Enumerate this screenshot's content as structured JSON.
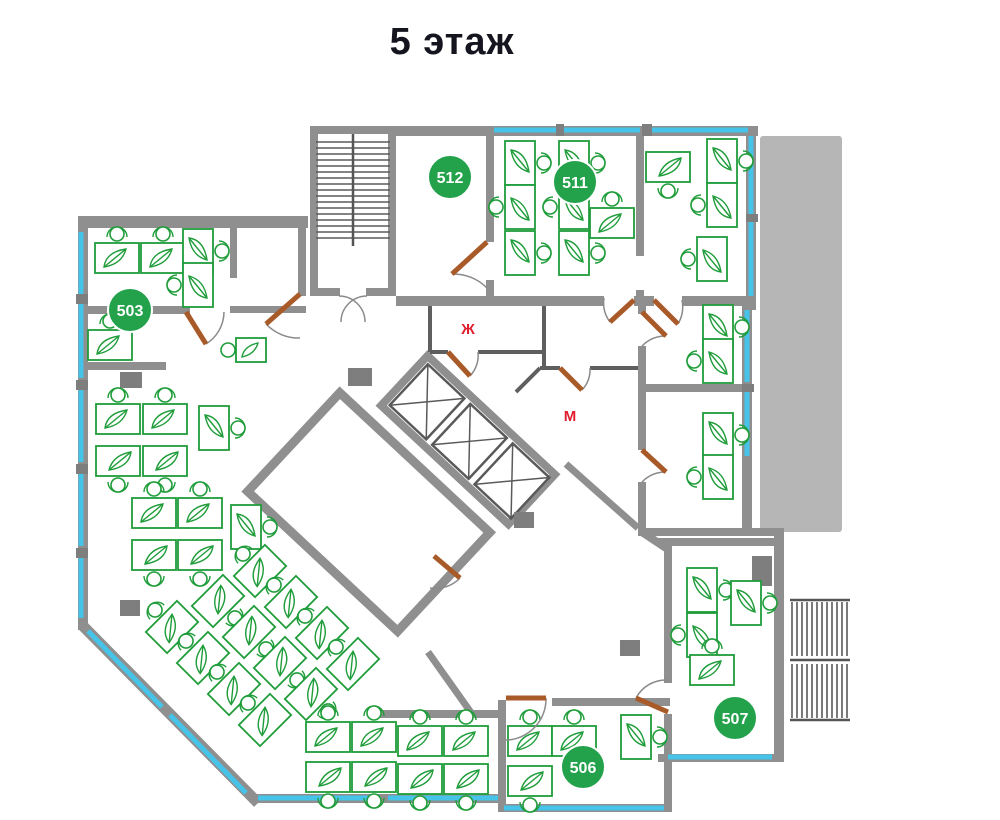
{
  "title": "5 этаж",
  "rooms": {
    "r503": {
      "label": "503"
    },
    "r511": {
      "label": "511"
    },
    "r512": {
      "label": "512"
    },
    "r506": {
      "label": "506"
    },
    "r507": {
      "label": "507"
    }
  },
  "restrooms": {
    "women": "Ж",
    "men": "М"
  },
  "colors": {
    "wall": "#8f8f8f",
    "window": "#46c3e8",
    "furniture": "#1f9d3a",
    "room_badge": "#23a14b",
    "restroom_label": "#e01d2c",
    "door": "#a85a28",
    "title": "#15151f",
    "terrace": "#b6b6b6"
  }
}
